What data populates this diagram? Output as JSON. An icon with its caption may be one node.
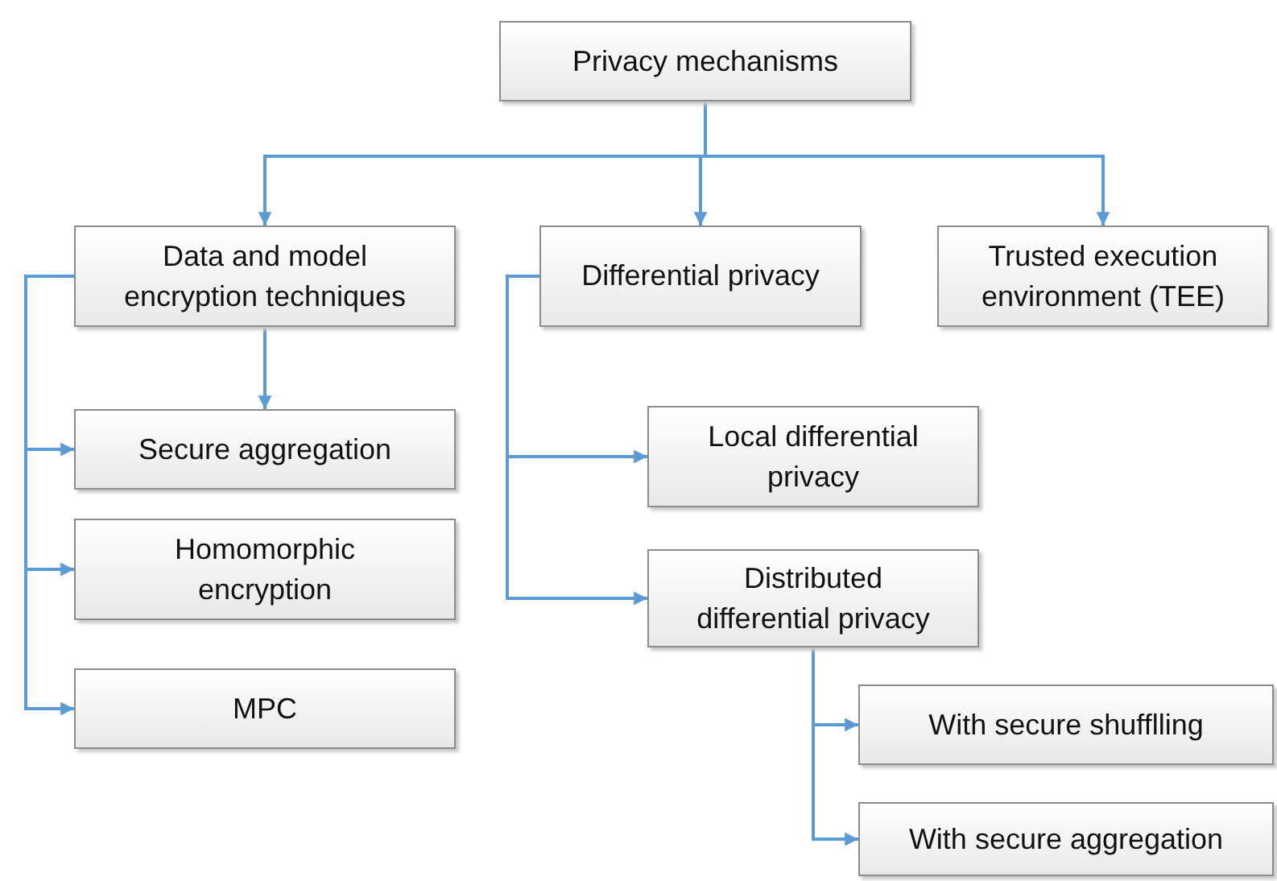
{
  "diagram": {
    "nodes": [
      {
        "text": [
          "Privacy mechanisms"
        ]
      },
      {
        "text": [
          "Data and model encryption techniques"
        ]
      },
      {
        "text": [
          "Differential privacy"
        ]
      },
      {
        "text": [
          "Trusted execution environment (TEE)"
        ]
      },
      {
        "text": [
          "Secure aggregation"
        ]
      },
      {
        "text": [
          "Homomorphic encryption"
        ]
      },
      {
        "text": [
          "MPC"
        ]
      },
      {
        "text": [
          "Local differential privacy"
        ]
      },
      {
        "text": [
          "Distributed differential privacy"
        ]
      },
      {
        "text": [
          "With secure shufflling"
        ]
      },
      {
        "text": [
          "With secure aggregation"
        ]
      }
    ],
    "edges": [
      {
        "from": 0,
        "to": 1,
        "arrow": "to"
      },
      {
        "from": 0,
        "to": 2,
        "arrow": "to"
      },
      {
        "from": 0,
        "to": 3,
        "arrow": "to"
      },
      {
        "from": 1,
        "to": 4,
        "arrow": "to"
      },
      {
        "from": 1,
        "to": 4,
        "arrow": "to"
      },
      {
        "from": 1,
        "to": 5,
        "arrow": "to"
      },
      {
        "from": 1,
        "to": 6,
        "arrow": "to"
      },
      {
        "from": 2,
        "to": 7,
        "arrow": "to"
      },
      {
        "from": 2,
        "to": 8,
        "arrow": "to"
      },
      {
        "from": 8,
        "to": 9,
        "arrow": "to"
      },
      {
        "from": 8,
        "to": 10,
        "arrow": "to"
      }
    ]
  }
}
